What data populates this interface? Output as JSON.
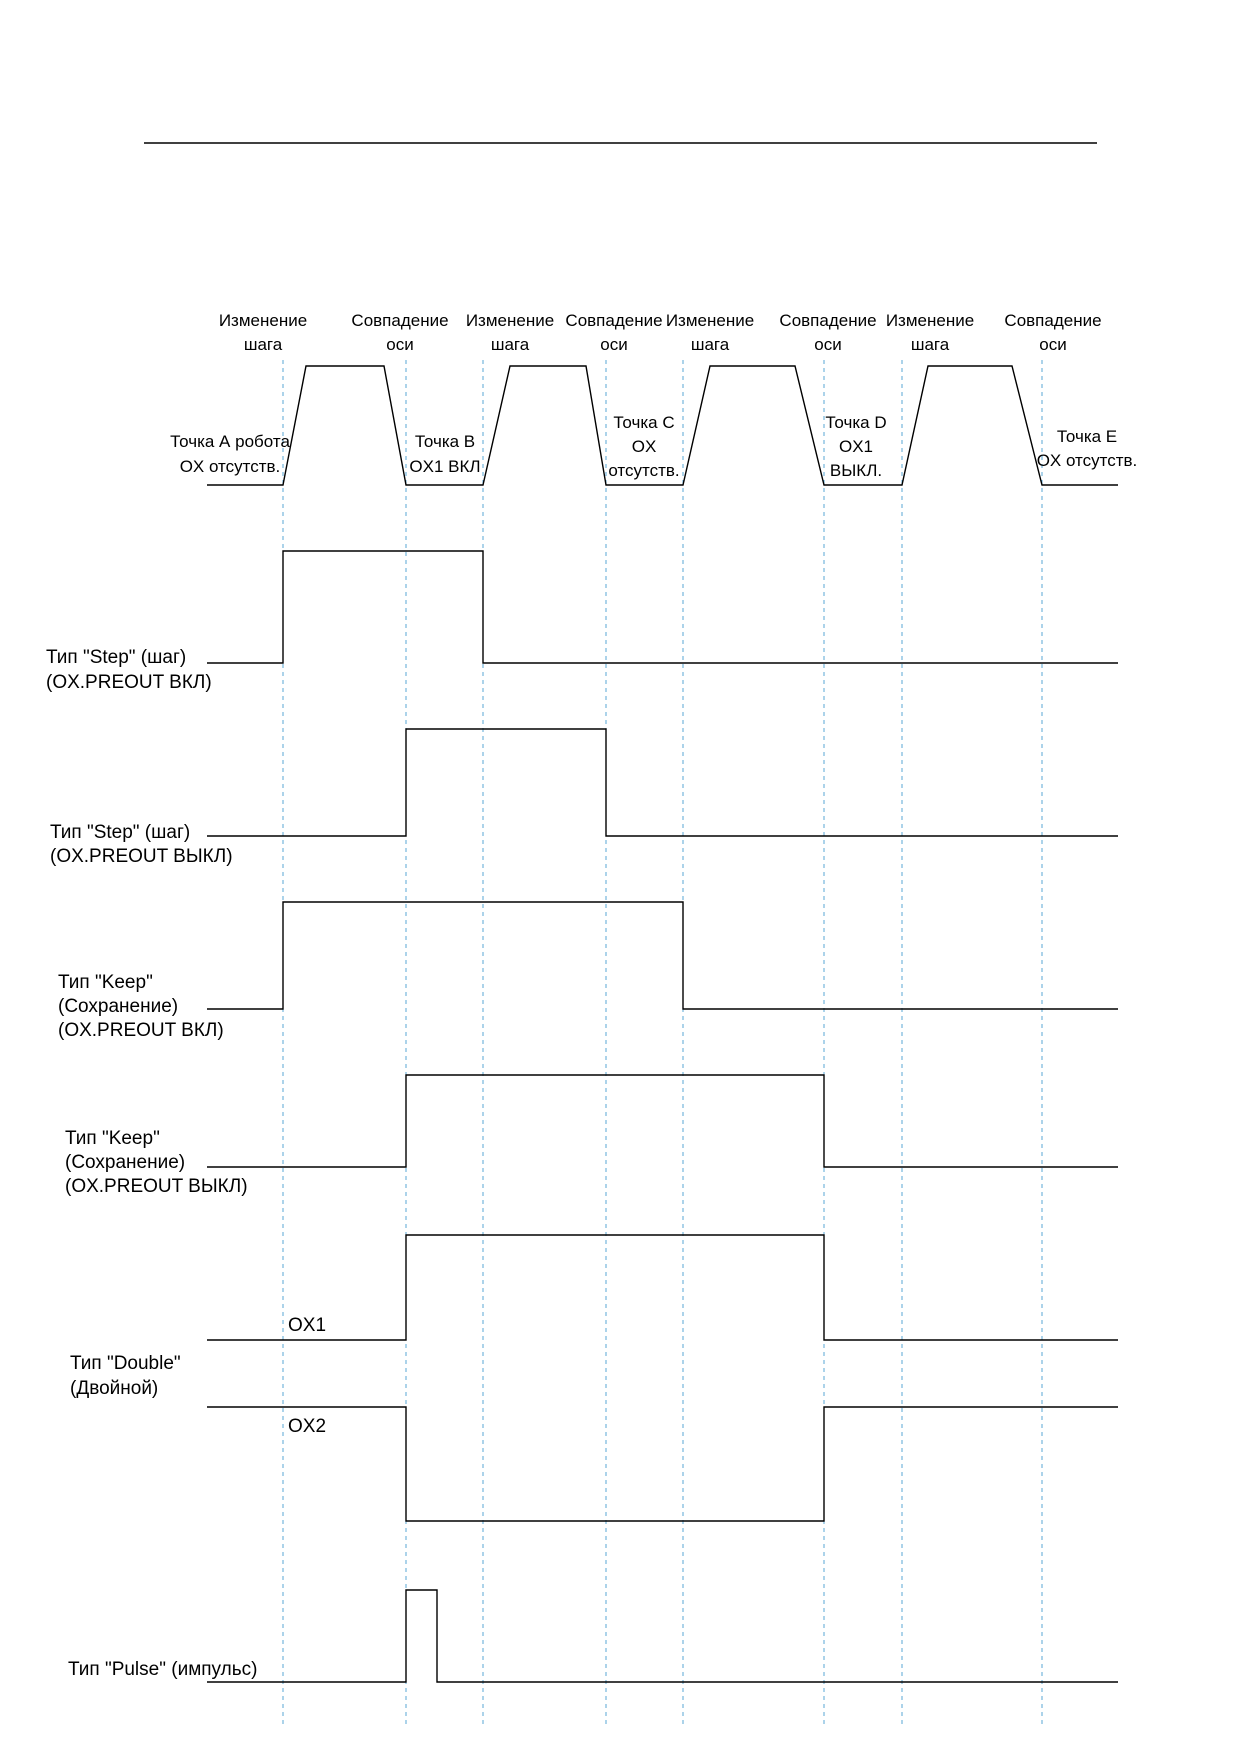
{
  "header_rule": true,
  "top_labels": [
    {
      "id": "step-change-1",
      "lines": [
        "Изменение",
        "шага"
      ]
    },
    {
      "id": "axis-match-1",
      "lines": [
        "Совпадение",
        "оси"
      ]
    },
    {
      "id": "step-change-2",
      "lines": [
        "Изменение",
        "шага"
      ]
    },
    {
      "id": "axis-match-2",
      "lines": [
        "Совпадение",
        "оси"
      ]
    },
    {
      "id": "step-change-3",
      "lines": [
        "Изменение",
        "шага"
      ]
    },
    {
      "id": "axis-match-3",
      "lines": [
        "Совпадение",
        "оси"
      ]
    },
    {
      "id": "step-change-4",
      "lines": [
        "Изменение",
        "шага"
      ]
    },
    {
      "id": "axis-match-4",
      "lines": [
        "Совпадение",
        "оси"
      ]
    }
  ],
  "points": [
    {
      "id": "point-a",
      "lines": [
        "Точка А робота",
        "OX отсутств."
      ]
    },
    {
      "id": "point-b",
      "lines": [
        "Точка B",
        "OX1 ВКЛ"
      ]
    },
    {
      "id": "point-c",
      "lines": [
        "Точка C",
        "OX",
        "отсутств."
      ]
    },
    {
      "id": "point-d",
      "lines": [
        "Точка D",
        "OX1",
        "ВЫКЛ."
      ]
    },
    {
      "id": "point-e",
      "lines": [
        "Точка E",
        "OX отсутств."
      ]
    }
  ],
  "signals": [
    {
      "id": "step-preout-on",
      "lines": [
        "Тип \"Step\" (шаг)",
        "(OX.PREOUT ВКЛ)"
      ]
    },
    {
      "id": "step-preout-off",
      "lines": [
        "Тип \"Step\" (шаг)",
        "(OX.PREOUT ВЫКЛ)"
      ]
    },
    {
      "id": "keep-preout-on",
      "lines": [
        "Тип \"Keep\"",
        "(Сохранение)",
        "(OX.PREOUT ВКЛ)"
      ]
    },
    {
      "id": "keep-preout-off",
      "lines": [
        "Тип \"Keep\"",
        "(Сохранение)",
        "(OX.PREOUT ВЫКЛ)"
      ]
    },
    {
      "id": "double",
      "lines": [
        "Тип \"Double\"",
        "(Двойной)"
      ],
      "sublabels": [
        "OX1",
        "OX2"
      ]
    },
    {
      "id": "pulse",
      "lines": [
        "Тип \"Pulse\" (импульс)"
      ]
    }
  ],
  "colors": {
    "guide": "#5aa7d6",
    "wave": "#000000"
  }
}
